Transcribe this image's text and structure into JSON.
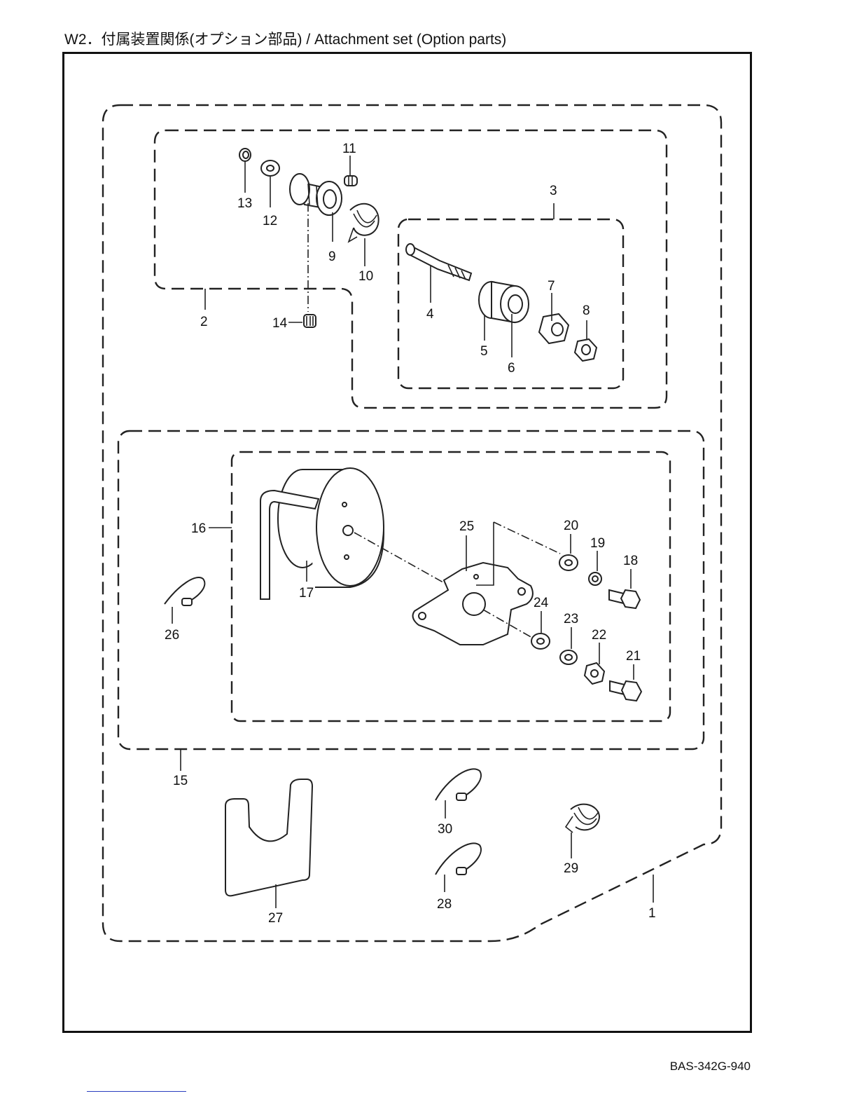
{
  "header": {
    "title": "W2．付属装置関係(オプション部品) / Attachment set (Option parts)"
  },
  "footer": {
    "doc_code": "BAS-342G-940"
  },
  "callouts": {
    "c1": "1",
    "c2": "2",
    "c3": "3",
    "c4": "4",
    "c5": "5",
    "c6": "6",
    "c7": "7",
    "c8": "8",
    "c9": "9",
    "c10": "10",
    "c11": "11",
    "c12": "12",
    "c13": "13",
    "c14": "14",
    "c15": "15",
    "c16": "16",
    "c17": "17",
    "c18": "18",
    "c19": "19",
    "c20": "20",
    "c21": "21",
    "c22": "22",
    "c23": "23",
    "c24": "24",
    "c25": "25",
    "c26": "26",
    "c27": "27",
    "c28": "28",
    "c29": "29",
    "c30": "30"
  }
}
